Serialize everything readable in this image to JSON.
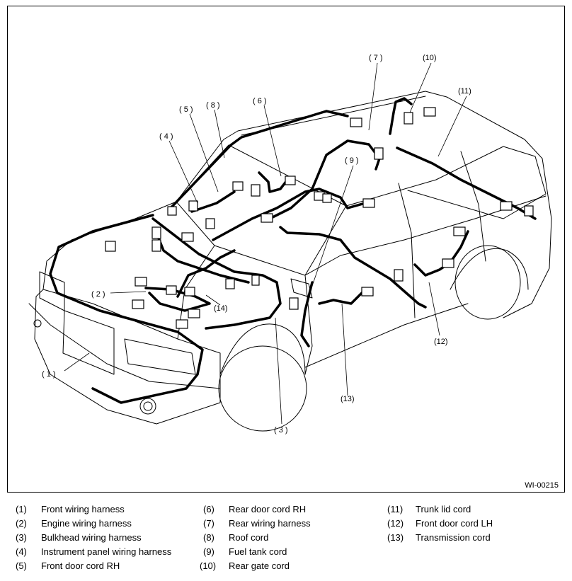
{
  "figure_code": "WI-00215",
  "callouts": [
    {
      "id": 1,
      "label": "( 1 )"
    },
    {
      "id": 2,
      "label": "( 2 )"
    },
    {
      "id": 3,
      "label": "( 3 )"
    },
    {
      "id": 4,
      "label": "( 4 )"
    },
    {
      "id": 5,
      "label": "( 5 )"
    },
    {
      "id": 6,
      "label": "( 6 )"
    },
    {
      "id": 7,
      "label": "( 7 )"
    },
    {
      "id": 8,
      "label": "( 8 )"
    },
    {
      "id": 9,
      "label": "( 9 )"
    },
    {
      "id": 10,
      "label": "(10)"
    },
    {
      "id": 11,
      "label": "(11)"
    },
    {
      "id": 12,
      "label": "(12)"
    },
    {
      "id": 13,
      "label": "(13)"
    },
    {
      "id": 14,
      "label": "(14)"
    }
  ],
  "legend": [
    {
      "num": "(1)",
      "text": "Front wiring harness"
    },
    {
      "num": "(2)",
      "text": "Engine wiring harness"
    },
    {
      "num": "(3)",
      "text": "Bulkhead wiring harness"
    },
    {
      "num": "(4)",
      "text": "Instrument panel wiring harness"
    },
    {
      "num": "(5)",
      "text": "Front door cord RH"
    },
    {
      "num": "(6)",
      "text": "Rear door cord RH"
    },
    {
      "num": "(7)",
      "text": "Rear wiring harness"
    },
    {
      "num": "(8)",
      "text": "Roof cord"
    },
    {
      "num": "(9)",
      "text": "Fuel tank cord"
    },
    {
      "num": "(10)",
      "text": "Rear gate cord"
    },
    {
      "num": "(11)",
      "text": "Trunk lid cord"
    },
    {
      "num": "(12)",
      "text": "Front door cord LH"
    },
    {
      "num": "(13)",
      "text": "Transmission cord"
    }
  ]
}
